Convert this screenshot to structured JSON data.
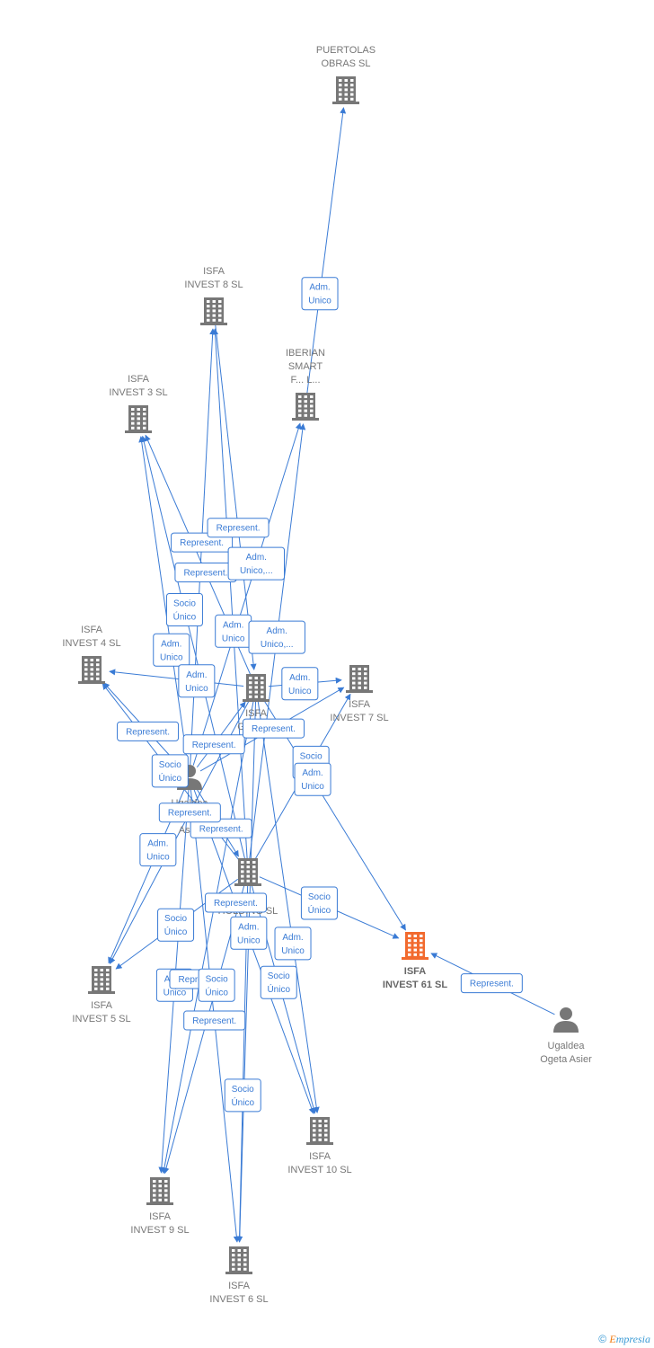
{
  "colors": {
    "edge": "#3a7bd5",
    "node": "#777777",
    "highlight": "#f26a2e"
  },
  "nodes": [
    {
      "id": "puertolas",
      "kind": "company",
      "lines": [
        "PUERTOLAS",
        "OBRAS  SL"
      ],
      "highlight": false
    },
    {
      "id": "isfa8",
      "kind": "company",
      "lines": [
        "ISFA",
        "INVEST 8  SL"
      ],
      "highlight": false
    },
    {
      "id": "iberian",
      "kind": "company",
      "lines": [
        "IBERIAN",
        "SMART",
        "F... L..."
      ],
      "highlight": false
    },
    {
      "id": "isfa3",
      "kind": "company",
      "lines": [
        "ISFA",
        "INVEST 3  SL"
      ],
      "highlight": false
    },
    {
      "id": "isfa4",
      "kind": "company",
      "lines": [
        "ISFA",
        "INVEST 4  SL"
      ],
      "highlight": false
    },
    {
      "id": "isfa_center",
      "kind": "company",
      "lines": [
        "ISFA",
        "GE...  SL"
      ],
      "highlight": false
    },
    {
      "id": "isfa7",
      "kind": "company",
      "lines": [
        "ISFA",
        "INVEST 7  SL"
      ],
      "highlight": false
    },
    {
      "id": "ugaldea1",
      "kind": "person",
      "lines": [
        "Ugaldea",
        "Ogu...",
        "Asi..."
      ],
      "highlight": false
    },
    {
      "id": "holding",
      "kind": "company",
      "lines": [
        "ISFA",
        "HOLDING  SL"
      ],
      "highlight": false
    },
    {
      "id": "isfa61",
      "kind": "company",
      "lines": [
        "ISFA",
        "INVEST 61  SL"
      ],
      "highlight": true
    },
    {
      "id": "ugaldea2",
      "kind": "person",
      "lines": [
        "Ugaldea",
        "Ogeta Asier"
      ],
      "highlight": false
    },
    {
      "id": "isfa5",
      "kind": "company",
      "lines": [
        "ISFA",
        "INVEST 5  SL"
      ],
      "highlight": false
    },
    {
      "id": "isfa10",
      "kind": "company",
      "lines": [
        "ISFA",
        "INVEST 10  SL"
      ],
      "highlight": false
    },
    {
      "id": "isfa9",
      "kind": "company",
      "lines": [
        "ISFA",
        "INVEST 9  SL"
      ],
      "highlight": false
    },
    {
      "id": "isfa6",
      "kind": "company",
      "lines": [
        "ISFA",
        "INVEST 6  SL"
      ],
      "highlight": false
    }
  ],
  "edges": [
    {
      "from": "iberian",
      "to": "puertolas",
      "label": [
        "Adm.",
        "Unico"
      ]
    },
    {
      "from": "holding",
      "to": "isfa8",
      "label": [
        "Adm.",
        "Unico"
      ]
    },
    {
      "from": "ugaldea1",
      "to": "isfa8",
      "label": [
        "Represent."
      ]
    },
    {
      "from": "holding",
      "to": "isfa3",
      "label": [
        "Socio",
        "Único"
      ]
    },
    {
      "from": "ugaldea1",
      "to": "isfa3",
      "label": [
        "Adm.",
        "Unico"
      ]
    },
    {
      "from": "isfa_center",
      "to": "isfa3",
      "label": [
        "Represent."
      ]
    },
    {
      "from": "holding",
      "to": "iberian",
      "label": [
        "Adm.",
        "Unico,..."
      ]
    },
    {
      "from": "ugaldea1",
      "to": "iberian",
      "label": [
        "Adm.",
        "Unico,..."
      ]
    },
    {
      "from": "isfa_center",
      "to": "isfa4",
      "label": [
        "Adm.",
        "Unico"
      ]
    },
    {
      "from": "ugaldea1",
      "to": "isfa4",
      "label": [
        "Represent."
      ]
    },
    {
      "from": "holding",
      "to": "isfa4",
      "label": [
        "Socio",
        "Único"
      ]
    },
    {
      "from": "isfa8",
      "to": "isfa_center",
      "label": [
        "Represent."
      ]
    },
    {
      "from": "ugaldea1",
      "to": "isfa_center",
      "label": [
        "Represent."
      ]
    },
    {
      "from": "isfa_center",
      "to": "isfa7",
      "label": [
        "Adm.",
        "Unico"
      ]
    },
    {
      "from": "ugaldea1",
      "to": "isfa7",
      "label": [
        "Represent."
      ]
    },
    {
      "from": "holding",
      "to": "isfa7",
      "label": [
        "Socio",
        "Único"
      ]
    },
    {
      "from": "isfa_center",
      "to": "isfa61",
      "label": [
        "Adm.",
        "Unico"
      ]
    },
    {
      "from": "holding",
      "to": "isfa61",
      "label": [
        "Socio",
        "Único"
      ]
    },
    {
      "from": "ugaldea2",
      "to": "isfa61",
      "label": [
        "Represent."
      ]
    },
    {
      "from": "ugaldea1",
      "to": "holding",
      "label": [
        "Represent."
      ]
    },
    {
      "from": "ugaldea1",
      "to": "isfa5",
      "label": [
        "Adm.",
        "Unico"
      ]
    },
    {
      "from": "isfa_center",
      "to": "isfa5",
      "label": [
        "Represent."
      ]
    },
    {
      "from": "holding",
      "to": "isfa5",
      "label": [
        "Socio",
        "Único"
      ]
    },
    {
      "from": "isfa_center",
      "to": "isfa10",
      "label": [
        "Adm.",
        "Unico"
      ]
    },
    {
      "from": "ugaldea1",
      "to": "isfa10",
      "label": [
        "Represent."
      ]
    },
    {
      "from": "holding",
      "to": "isfa10",
      "label": [
        "Socio",
        "Único"
      ]
    },
    {
      "from": "ugaldea1",
      "to": "isfa9",
      "label": [
        "Adm.",
        "Unico"
      ]
    },
    {
      "from": "isfa_center",
      "to": "isfa9",
      "label": [
        "Represent."
      ]
    },
    {
      "from": "holding",
      "to": "isfa9",
      "label": [
        "Socio",
        "Único"
      ]
    },
    {
      "from": "isfa_center",
      "to": "isfa6",
      "label": [
        "Adm.",
        "Unico"
      ]
    },
    {
      "from": "ugaldea1",
      "to": "isfa6",
      "label": [
        "Represent."
      ]
    },
    {
      "from": "holding",
      "to": "isfa6",
      "label": [
        "Socio",
        "Único"
      ]
    }
  ],
  "footer": {
    "copyright_symbol": "©",
    "brand_first": "E",
    "brand_rest": "mpresia"
  }
}
